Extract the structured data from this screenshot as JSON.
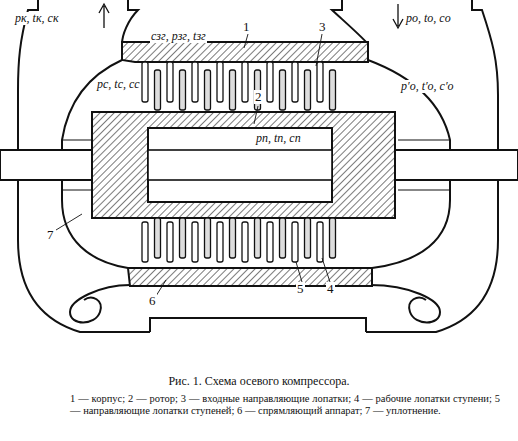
{
  "diagram": {
    "caption": "Рис. 1. Схема осевого компрессора.",
    "labels": [
      "pк, tк, cк",
      "pо, tо, cо",
      "1",
      "3",
      "cзг, pзг, tзг",
      "pс, tс, cс",
      "p′о, t′о, c′о",
      "2",
      "pп, tп, cп",
      "7",
      "6",
      "5",
      "4",
      "1 — корпус; 2 — ротор; 3 — входные направляющие лопатки; 4 — рабочие лопатки ступени; 5 — направляющие лопатки ступеней; 6 — спрямляющий аппарат; 7 — уплотнение."
    ]
  }
}
